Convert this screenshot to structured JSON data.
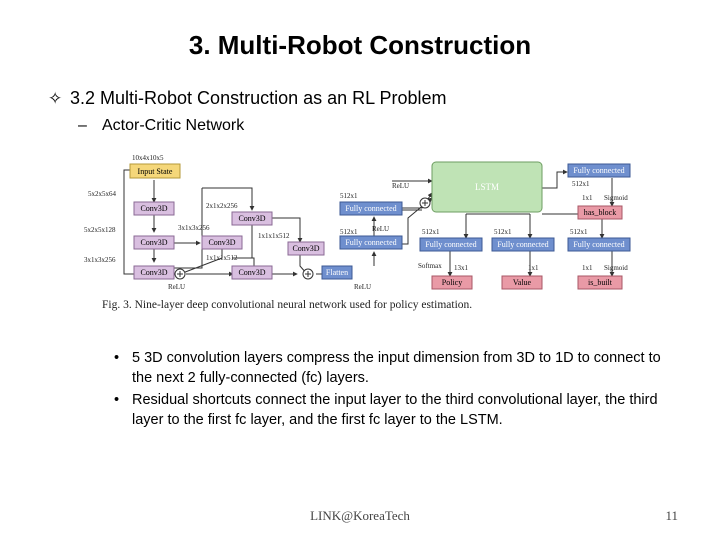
{
  "slide": {
    "title": "3. Multi-Robot Construction",
    "heading": "3.2 Multi-Robot Construction as an RL Problem",
    "subheading": "Actor-Critic Network",
    "bullets": [
      "5 3D convolution layers compress the input dimension from 3D to 1D to connect to the next 2 fully-connected (fc) layers.",
      "Residual shortcuts connect the input layer to the third convolutional layer, the third layer to the first fc layer, and the first fc layer to the LSTM."
    ],
    "footer": "LINK@KoreaTech",
    "page_number": "11"
  },
  "figure": {
    "caption": "Fig. 3.  Nine-layer deep convolutional neural network used for policy estimation.",
    "colors": {
      "input": "#f5d77a",
      "conv": "#d9bfe0",
      "fc": "#6f8fce",
      "lstm": "#bfe3b5",
      "output": "#e99aa6",
      "arrow": "#333333"
    },
    "blocks": {
      "input_state": "Input State",
      "conv1": "Conv3D",
      "conv2": "Conv3D",
      "conv3": "Conv3D",
      "conv4": "Conv3D",
      "conv5": "Conv3D",
      "conv6": "Conv3D",
      "conv7": "Conv3D",
      "flatten": "Flatten",
      "fc1": "Fully connected",
      "fc2": "Fully connected",
      "lstm": "LSTM",
      "fc_policy": "Fully connected",
      "fc_value": "Fully connected",
      "fc_hb": "Fully connected",
      "fc_ib": "Fully connected",
      "policy": "Policy",
      "value": "Value",
      "has_block": "has_block",
      "is_built": "is_built"
    },
    "labels": {
      "in_dim": "10x4x10x5",
      "c1": "5x2x5x64",
      "c2": "5x2x5x128",
      "c3": "3x1x3x256",
      "c4": "3x1x3x256",
      "c5": "2x1x2x256",
      "c6": "1x1x1x512",
      "c7": "1x1x1x512",
      "f1": "512x1",
      "f2": "512x1",
      "l1": "512x1",
      "l2": "512x1",
      "l3": "512x1",
      "o_hb": "512x1",
      "hb_dim": "1x1",
      "ib_dim": "1x1",
      "pol_dim": "13x1",
      "val_dim": "1x1",
      "relu1": "ReLU",
      "relu2": "ReLU",
      "relu3": "ReLU",
      "relu4": "ReLU",
      "softmax": "Softmax",
      "sigmoid1": "Sigmoid",
      "sigmoid2": "Sigmoid"
    }
  }
}
